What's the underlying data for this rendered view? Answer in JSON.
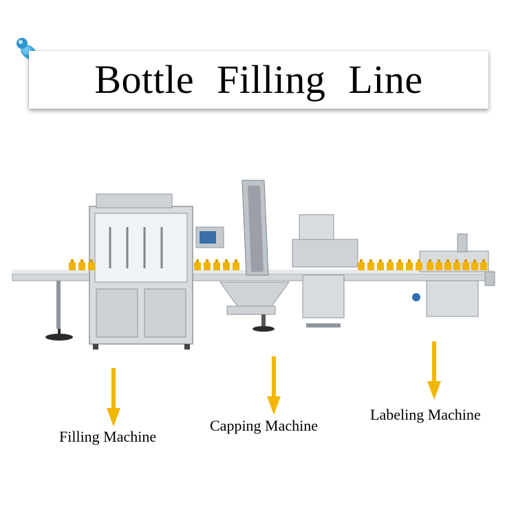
{
  "title": "Bottle  Filling  Line",
  "labels": {
    "filling": "Filling Machine",
    "capping": "Capping Machine",
    "labeling": "Labeling Machine"
  },
  "colors": {
    "arrow": "#f2b705",
    "pin": "#3aa6e0",
    "bottle": "#f0b400",
    "steel": "#c9cdd2"
  },
  "icons": [
    "pushpin-icon",
    "down-arrow-icon"
  ]
}
